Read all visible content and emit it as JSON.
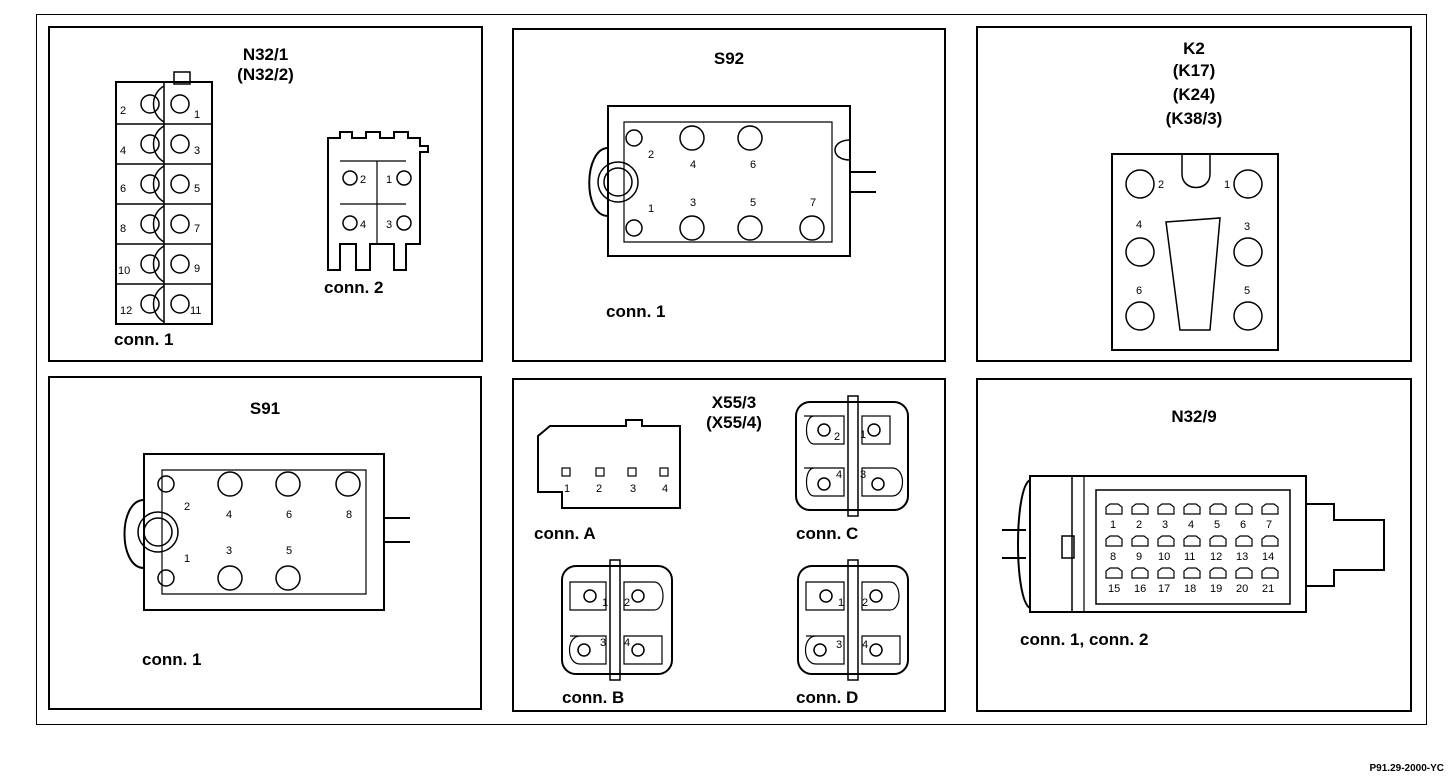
{
  "panels": {
    "n32_1": {
      "title": "N32/1",
      "subtitle": "(N32/2)",
      "conn1": "conn. 1",
      "conn2": "conn. 2",
      "pins12": [
        "1",
        "2",
        "3",
        "4",
        "5",
        "6",
        "7",
        "8",
        "9",
        "10",
        "11",
        "12"
      ],
      "pins4": [
        "1",
        "2",
        "3",
        "4"
      ]
    },
    "s92": {
      "title": "S92",
      "conn": "conn. 1",
      "pins": [
        "1",
        "2",
        "3",
        "4",
        "5",
        "6",
        "7"
      ]
    },
    "k2": {
      "title": "K2",
      "sub1": "(K17)",
      "sub2": "(K24)",
      "sub3": "(K38/3)",
      "pins": [
        "1",
        "2",
        "3",
        "4",
        "5",
        "6"
      ]
    },
    "s91": {
      "title": "S91",
      "conn": "conn. 1",
      "pins": [
        "1",
        "2",
        "3",
        "4",
        "5",
        "6",
        "8"
      ]
    },
    "x55_3": {
      "title": "X55/3",
      "subtitle": "(X55/4)",
      "connA": "conn. A",
      "connB": "conn. B",
      "connC": "conn. C",
      "connD": "conn. D",
      "pins": [
        "1",
        "2",
        "3",
        "4"
      ]
    },
    "n32_9": {
      "title": "N32/9",
      "conn": "conn. 1, conn. 2",
      "pins": [
        "1",
        "2",
        "3",
        "4",
        "5",
        "6",
        "7",
        "8",
        "9",
        "10",
        "11",
        "12",
        "13",
        "14",
        "15",
        "16",
        "17",
        "18",
        "19",
        "20",
        "21"
      ]
    }
  },
  "figure_code": "P91.29-2000-YC"
}
